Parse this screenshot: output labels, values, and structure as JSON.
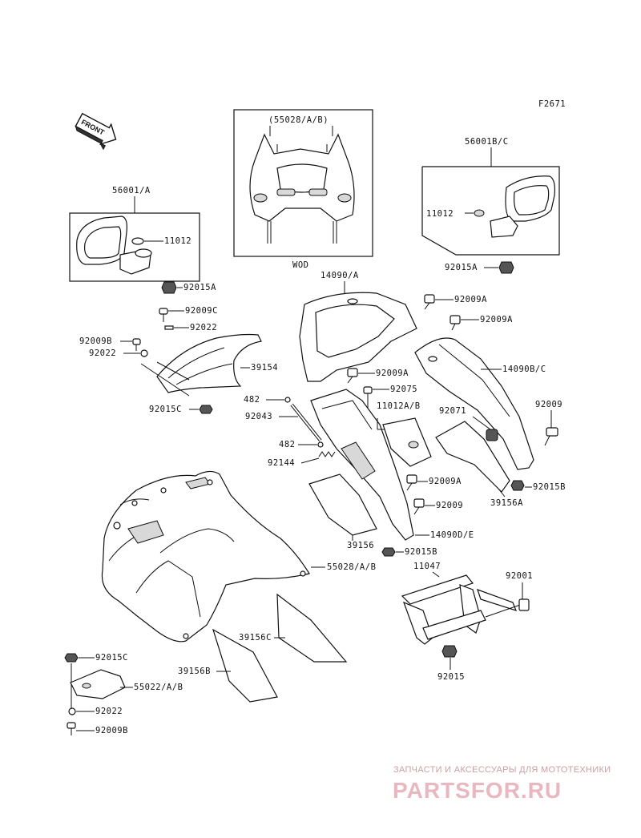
{
  "diagram": {
    "code": "F2671",
    "front_label": "FRONT",
    "wod_label": "WOD",
    "callouts": {
      "mirror_left": "56001/A",
      "mirror_left_grommet": "11012",
      "mirror_left_nut": "92015A",
      "upper_cowl_box": "(55028/A/B)",
      "mirror_right": "56001B/C",
      "mirror_right_grommet": "11012",
      "mirror_right_nut": "92015A",
      "inner_cover": "14090/A",
      "bolt_9A_top": "92009A",
      "bolt_9A_right": "92009A",
      "bolt_9C": "92009C",
      "collar_2022_top": "92022",
      "bolt_9B_left": "92009B",
      "washer_left": "92022",
      "windshield": "39154",
      "nut_15C": "92015C",
      "side_cover_right": "14090B/C",
      "bolt_9A_mid": "92009A",
      "clip_2075": "92075",
      "pin_482_top": "482",
      "rod_92043": "92043",
      "pad_11012AB": "11012A/B",
      "grommet_92071": "92071",
      "bolt_92009_right": "92009",
      "pin_482_low": "482",
      "spring_92144": "92144",
      "bolt_9A_low": "92009A",
      "nut_15B_right": "92015B",
      "pad_39156A": "39156A",
      "bolt_92009_low": "92009",
      "cover_de": "14090D/E",
      "pad_39156": "39156",
      "nut_15B_low": "92015B",
      "main_cowl": "55028/A/B",
      "bracket_11047": "11047",
      "bolt_92001": "92001",
      "pad_39156C": "39156C",
      "pad_39156B": "39156B",
      "nut_92015": "92015",
      "nut_15C_low": "92015C",
      "cover_55022": "55022/A/B",
      "washer_low": "92022",
      "bolt_9B_low": "92009B"
    }
  },
  "watermark": {
    "tagline": "ЗАПЧАСТИ И АКСЕССУАРЫ ДЛЯ МОТОТЕХНИКИ",
    "brand": "PARTSFOR.RU"
  }
}
